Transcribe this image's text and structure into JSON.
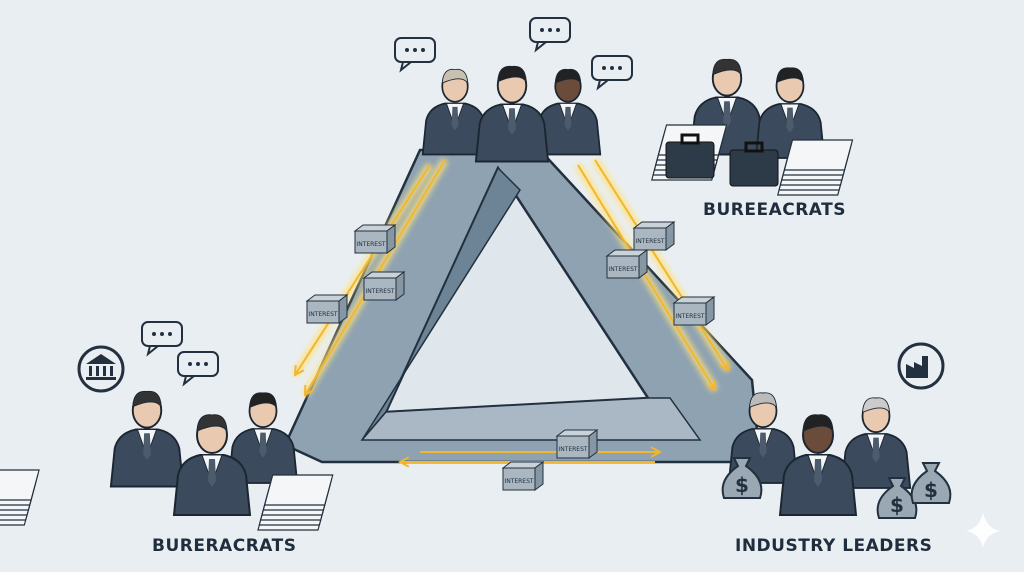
{
  "labels": {
    "top_right": "BUREEACRATS",
    "bottom_left": "BURERACRATS",
    "bottom_right": "INDUSTRY LEADERS"
  },
  "box_label": "INTEREST",
  "icons": [
    "speech-bubble-icon",
    "government-building-icon",
    "factory-icon",
    "money-bag-icon",
    "briefcase-icon",
    "document-stack-icon",
    "sparkle-icon"
  ],
  "colors": {
    "background": "#e9eef2",
    "triangle": "#8ea2b2",
    "outline": "#22303f",
    "arrow": "#f5c842",
    "suit": "#3b4a5c"
  }
}
